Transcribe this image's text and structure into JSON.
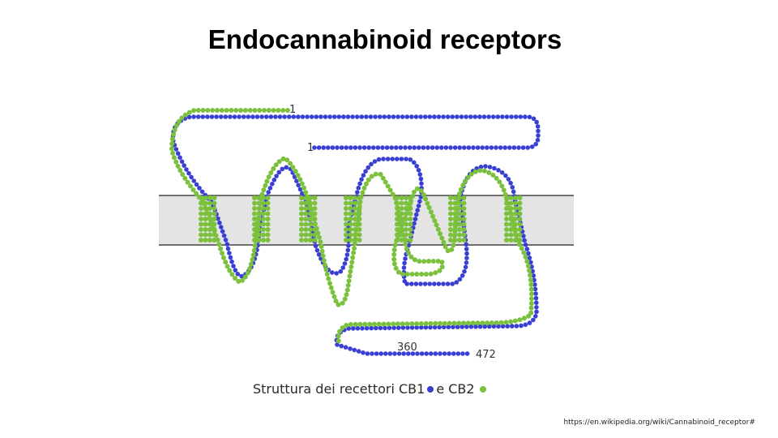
{
  "slide": {
    "title": "Endocannabinoid receptors",
    "source_url": "https://en.wikipedia.org/wiki/Cannabinoid_receptor#"
  },
  "figure": {
    "caption_prefix": "Struttura dei recettori CB1",
    "caption_mid": "e CB2",
    "labels": {
      "cb2_start": "1",
      "cb1_start": "1",
      "residue_360": "360",
      "residue_472": "472"
    }
  },
  "colors": {
    "cb1": "#3a3fd4",
    "cb2": "#7cc13e",
    "membrane": "#e4e4e4",
    "membrane_edge": "#444444"
  }
}
